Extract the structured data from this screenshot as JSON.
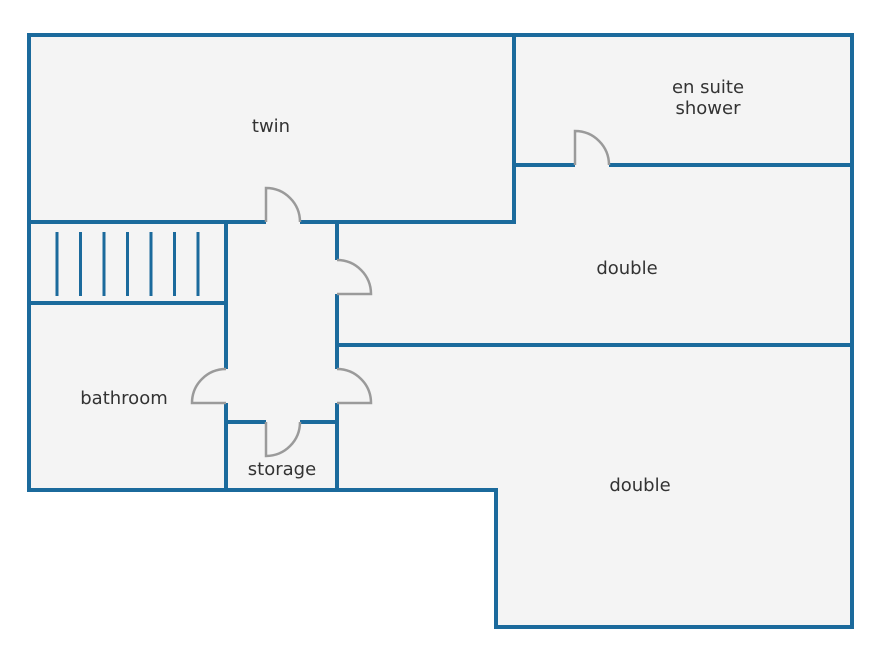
{
  "floorplan": {
    "rooms": {
      "twin": "twin",
      "en_suite_line1": "en suite",
      "en_suite_line2": "shower",
      "double_upper": "double",
      "double_lower": "double",
      "bathroom": "bathroom",
      "storage": "storage"
    },
    "colors": {
      "wall": "#1b6a9c",
      "floor": "#f4f4f4",
      "door": "#9a9a9a",
      "text": "#333333"
    },
    "stair_treads": 7
  }
}
